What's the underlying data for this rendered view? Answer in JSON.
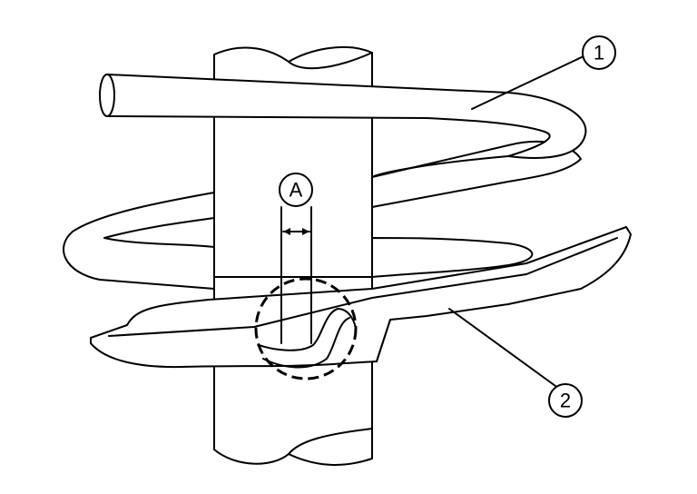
{
  "diagram": {
    "callouts": [
      {
        "id": "1",
        "label": "1"
      },
      {
        "id": "2",
        "label": "2"
      },
      {
        "id": "A",
        "label": "A"
      }
    ]
  }
}
